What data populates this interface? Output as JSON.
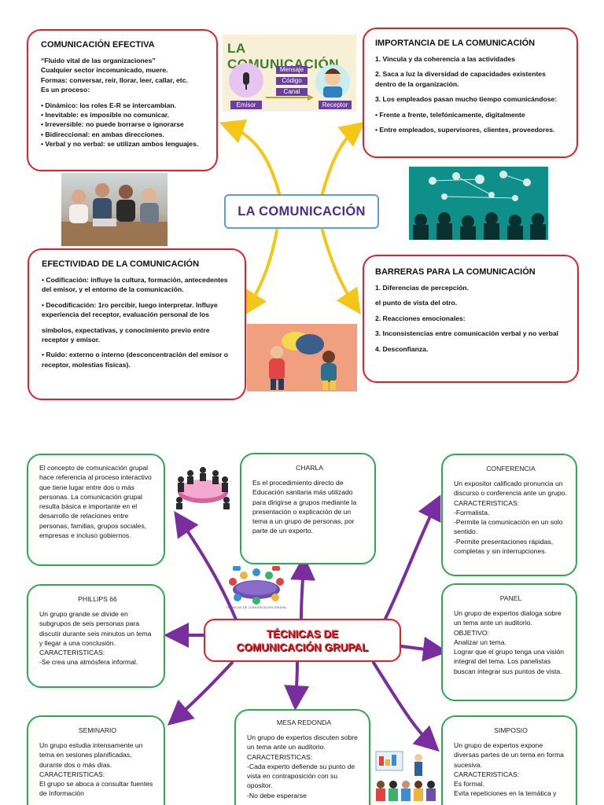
{
  "top": {
    "center_title": "LA COMUNICACIÓN",
    "banner": {
      "title": "LA COMUNICACIÓN",
      "labels": [
        "Mensaje",
        "Código",
        "Canal"
      ],
      "emisor": "Emisor",
      "receptor": "Receptor"
    },
    "efectiva": {
      "title": "COMUNICACIÓN EFECTIVA",
      "lines": [
        "“Fluido vital de las organizaciones”",
        "Cualquier sector incomunicado, muere.",
        "Formas: conversar, reír, llorar, leer, callar, etc.",
        "Es un proceso:"
      ],
      "bullets": [
        "• Dinámico: los roles E-R se intercambian.",
        "• Inevitable: es imposible no comunicar.",
        "• Irreversible: no puede borrarse o ignorarse",
        "• Bidireccional: en ambas direcciones.",
        "• Verbal y no verbal: se utilizan ambos lenguajes."
      ]
    },
    "importancia": {
      "title": "IMPORTANCIA DE LA COMUNICACIÓN",
      "p1": "1. Vincula y da coherencia a las actividades",
      "p2": "2. Saca a luz la diversidad de capacidades existentes dentro de la organización.",
      "p3": "3. Los empleados pasan mucho tiempo comunicándose:",
      "p4": "• Frente a frente, telefónicamente, digitalmente",
      "p5": "• Entre empleados, supervisores, clientes, proveedores."
    },
    "efectividad": {
      "title": "EFECTIVIDAD DE LA COMUNICACIÓN",
      "p1": "• Codificación: influye la cultura, formación, antecedentes del emisor, y el entorno de la comunicación.",
      "p2": "• Decodificación: 1ro percibir, luego interpretar. Influye experiencia del receptor, evaluación personal de los",
      "p3": "símbolos, expectativas, y conocimiento previo entre receptor y emisor.",
      "p4": "• Ruido: externo o interno (desconcentración del emisor o receptor, molestias físicas)."
    },
    "barreras": {
      "title": "BARRERAS PARA LA COMUNICACIÓN",
      "p1": "1. Diferencias de percepción.",
      "p2": "el punto de vista del otro.",
      "p3": "2. Reacciones emocionales:",
      "p4": "3. Inconsistencias entre comunicación verbal y no verbal",
      "p5": "4. Desconfianza."
    }
  },
  "bottom": {
    "title_line1": "TÉCNICAS DE",
    "title_line2": "COMUNICACIÓN GRUPAL",
    "concepto": "El concepto de comunicación grupal hace referencia al proceso interactivo que tiene lugar entre dos o más personas. La comunicación grupal resulta básica e importante en el desarrollo de relaciones entre personas, familias, grupos sociales, empresas e incluso gobiernos.",
    "charla": {
      "title": "CHARLA",
      "text": "Es el procedimiento directo de Educación sanitaria más utilizado para dirigirse a grupos mediante la presentación o explicación de un tema a un grupo de personas, por parte de un experto."
    },
    "conferencia": {
      "title": "CONFERENCIA",
      "lines": [
        "Un expositor calificado pronuncia un discurso o conferencia ante un grupo.",
        "CARACTERISTICAS:",
        "-Formalista.",
        "-Permite la comunicación en un solo sentido.",
        "-Permite presentaciones rápidas, completas y sin interrupciones."
      ]
    },
    "phillips": {
      "title": "PHILLIPS 66",
      "lines": [
        "Un grupo grande se divide en subgrupos de seis personas para discutir durante seis minutos un tema y llegar a una conclusión.",
        "CARACTERISTICAS:",
        "-Se crea una atmósfera informal."
      ]
    },
    "panel": {
      "title": "PANEL",
      "lines": [
        "Un grupo de expertos dialoga sobre un tema ante un auditorio.",
        "OBJETIVO:",
        "Analizar un tema.",
        "Lograr que el grupo tenga una visión integral del tema.  Los panelistas buscan integrar sus puntos de vista."
      ]
    },
    "seminario": {
      "title": "SEMINARIO",
      "lines": [
        "Un grupo estudia intensamente un tema en sesiones planificadas, durante dos o más días.",
        "CARACTERISTICAS:",
        "El grupo se aboca a consultar fuentes de Información"
      ]
    },
    "mesa": {
      "title": "MESA REDONDA",
      "lines": [
        "Un grupo de expertos discuten sobre un tema ante un auditorio.",
        "CARACTERISTICAS:",
        "-Cada experto defiende su punto de vista en contraposición con su opositor.",
        "-No debe esperarse"
      ]
    },
    "simposio": {
      "title": "SIMPOSIO",
      "lines": [
        "Un grupo de expertos expone diversas partes de un tema en forma sucesiva.",
        "CARACTERISTICAS:",
        "Es formal.",
        "Evita repeticiones en la temática y"
      ]
    },
    "small_caption": "TÉCNICAS DE COMUNICACIÓN GRUPAL"
  },
  "colors": {
    "red_border": "#e2202c",
    "green_border": "#2fa84f",
    "yellow_arrow": "#f5c518",
    "purple_arrow": "#7a2e9e",
    "title_purple": "#4b2c8f"
  }
}
